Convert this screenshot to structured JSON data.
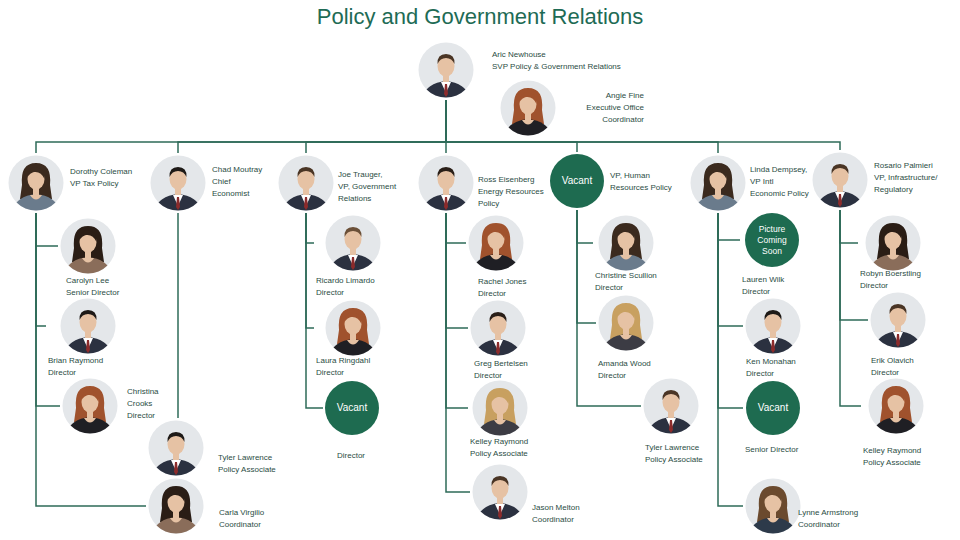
{
  "diagram": {
    "title": "Policy and Government Relations",
    "nodes": [
      {
        "text": [
          "Aric Newhouse",
          "SVP Policy & Government Relations"
        ]
      },
      {
        "text": [
          "Angie Fine",
          "Executive Office Coordinator"
        ]
      },
      {
        "text": [
          "Dorothy Coleman",
          "VP Tax Policy"
        ]
      },
      {
        "text": [
          "Chad Moutray",
          "Chief Economist"
        ]
      },
      {
        "text": [
          "Joe Trauger,",
          "VP, Government Relations"
        ]
      },
      {
        "text": [
          "Ross Eisenberg",
          "Energy Resources Policy"
        ]
      },
      {
        "text": [
          "Vacant",
          "VP, Human Resources Policy"
        ]
      },
      {
        "text": [
          "Linda Dempsey,",
          "VP Intl Economic Policy"
        ]
      },
      {
        "text": [
          "Rosario Palmieri",
          "VP, Infrastructure/ Regulatory"
        ]
      },
      {
        "text": [
          "Carolyn Lee",
          "Senior Director"
        ]
      },
      {
        "text": [
          "Ricardo Limardo",
          "Director"
        ]
      },
      {
        "text": [
          "Rachel Jones",
          "Director"
        ]
      },
      {
        "text": [
          "Christine Scullion",
          "Director"
        ]
      },
      {
        "text": [
          "Picture Coming Soon",
          "Lauren Wilk",
          "Director"
        ]
      },
      {
        "text": [
          "Robyn Boerstling",
          "Director"
        ]
      },
      {
        "text": [
          "Brian Raymond",
          "Director"
        ]
      },
      {
        "text": [
          "Laura Ringdahl",
          "Director"
        ]
      },
      {
        "text": [
          "Greg Bertelsen",
          "Director"
        ]
      },
      {
        "text": [
          "Amanda Wood",
          "Director"
        ]
      },
      {
        "text": [
          "Ken Monahan",
          "Director"
        ]
      },
      {
        "text": [
          "Erik Olavich",
          "Director"
        ]
      },
      {
        "text": [
          "Christina Crooks",
          "Director"
        ]
      },
      {
        "text": [
          "Vacant",
          "Director"
        ]
      },
      {
        "text": [
          "Kelley Raymond",
          "Policy Associate"
        ]
      },
      {
        "text": [
          "Tyler Lawrence",
          "Policy Associate"
        ]
      },
      {
        "text": [
          "Vacant",
          "Senior Director"
        ]
      },
      {
        "text": [
          "Kelley Raymond",
          "Policy Associate"
        ]
      },
      {
        "text": [
          "Tyler Lawrence",
          "Policy Associate"
        ]
      },
      {
        "text": [
          "Jason Melton",
          "Coordinator"
        ]
      },
      {
        "text": [
          "Carla Virgilio",
          "Coordinator"
        ]
      },
      {
        "text": [
          "Lynne Armstrong",
          "Coordinator"
        ]
      }
    ],
    "edges": [
      {
        "from": 0,
        "to": 2,
        "arrow": "none"
      },
      {
        "from": 0,
        "to": 3,
        "arrow": "none"
      },
      {
        "from": 0,
        "to": 4,
        "arrow": "none"
      },
      {
        "from": 0,
        "to": 5,
        "arrow": "none"
      },
      {
        "from": 0,
        "to": 6,
        "arrow": "none"
      },
      {
        "from": 0,
        "to": 7,
        "arrow": "none"
      },
      {
        "from": 0,
        "to": 8,
        "arrow": "none"
      },
      {
        "from": 2,
        "to": 9,
        "arrow": "none"
      },
      {
        "from": 2,
        "to": 15,
        "arrow": "none"
      },
      {
        "from": 2,
        "to": 21,
        "arrow": "none"
      },
      {
        "from": 2,
        "to": 29,
        "arrow": "none"
      },
      {
        "from": 3,
        "to": 27,
        "arrow": "none"
      },
      {
        "from": 4,
        "to": 10,
        "arrow": "none"
      },
      {
        "from": 4,
        "to": 16,
        "arrow": "none"
      },
      {
        "from": 4,
        "to": 22,
        "arrow": "none"
      },
      {
        "from": 5,
        "to": 11,
        "arrow": "none"
      },
      {
        "from": 5,
        "to": 17,
        "arrow": "none"
      },
      {
        "from": 5,
        "to": 23,
        "arrow": "none"
      },
      {
        "from": 5,
        "to": 28,
        "arrow": "none"
      },
      {
        "from": 6,
        "to": 12,
        "arrow": "none"
      },
      {
        "from": 6,
        "to": 18,
        "arrow": "none"
      },
      {
        "from": 6,
        "to": 24,
        "arrow": "none"
      },
      {
        "from": 7,
        "to": 13,
        "arrow": "none"
      },
      {
        "from": 7,
        "to": 19,
        "arrow": "none"
      },
      {
        "from": 7,
        "to": 25,
        "arrow": "none"
      },
      {
        "from": 7,
        "to": 30,
        "arrow": "none"
      },
      {
        "from": 8,
        "to": 14,
        "arrow": "none"
      },
      {
        "from": 8,
        "to": 20,
        "arrow": "none"
      },
      {
        "from": 8,
        "to": 26,
        "arrow": "none"
      }
    ]
  }
}
